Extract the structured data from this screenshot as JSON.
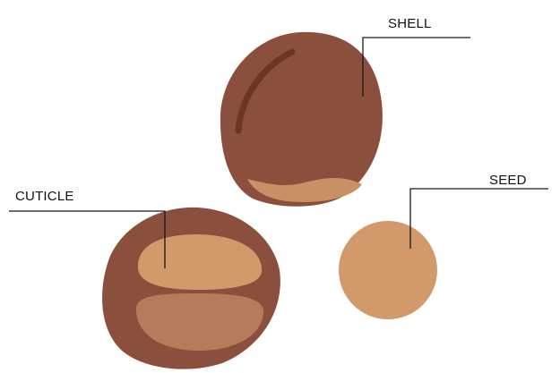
{
  "labels": {
    "shell": "SHELL",
    "cuticle": "CUTICLE",
    "seed": "SEED"
  },
  "colors": {
    "background": "#ffffff",
    "shell": "#8b4f3d",
    "shell_dark": "#6e3426",
    "seed": "#d29a6b",
    "seed_shadow": "#b67b58",
    "line": "#1a1a1a"
  }
}
